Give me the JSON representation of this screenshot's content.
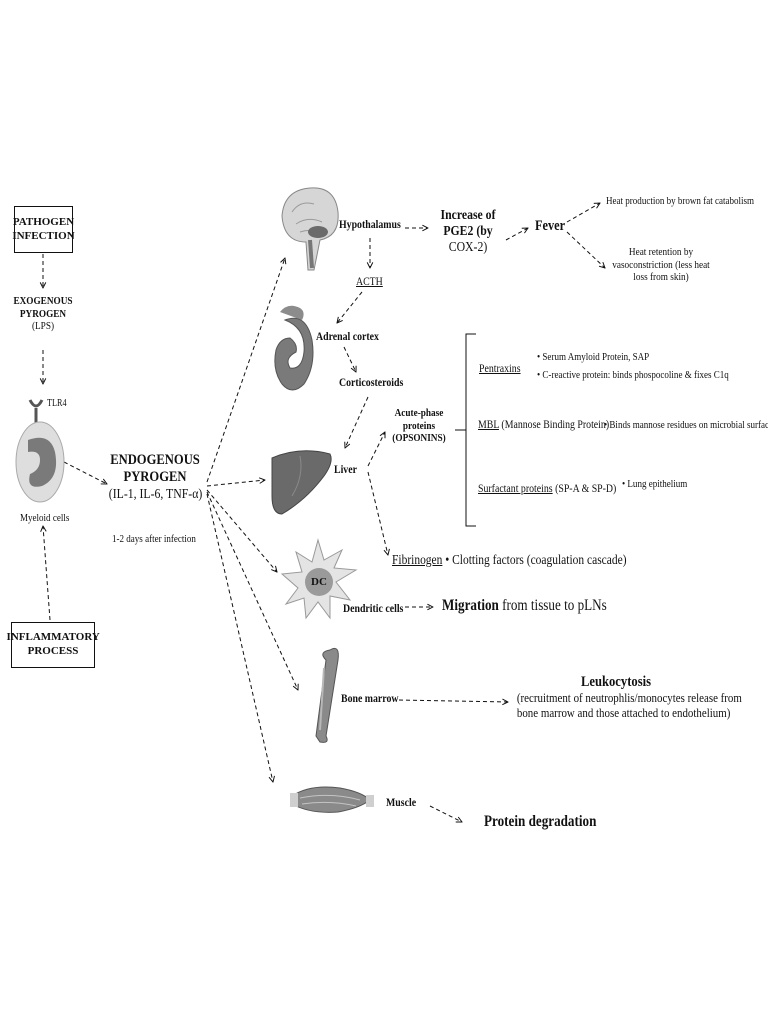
{
  "source": {
    "pathogen": "PATHOGEN INFECTION",
    "inflammatory": "INFLAMMATORY PROCESS",
    "exogenous_l1": "EXOGENOUS",
    "exogenous_l2": "PYROGEN",
    "exogenous_l3": "(LPS)",
    "tlr4": "TLR4",
    "myeloid": "Myeloid cells"
  },
  "endogenous": {
    "l1": "ENDOGENOUS",
    "l2": "PYROGEN",
    "l3": "(IL-1, IL-6, TNF-α)",
    "timing": "1-2 days after infection"
  },
  "hypothalamus": {
    "label": "Hypothalamus",
    "pge2_l1": "Increase  of",
    "pge2_l2": "PGE2 (by",
    "pge2_l3": "COX-2)",
    "fever": "Fever",
    "heat_production": "Heat production by brown fat catabolism",
    "heat_retention_l1": "Heat retention by",
    "heat_retention_l2": "vasoconstriction (less heat",
    "heat_retention_l3": "loss from skin)"
  },
  "adrenal": {
    "acth": "ACTH",
    "label": "Adrenal cortex",
    "corticosteroids": "Corticosteroids"
  },
  "liver": {
    "label": "Liver",
    "app_l1": "Acute-phase",
    "app_l2": "proteins",
    "app_l3": "(OPSONINS)",
    "pentraxins": "Pentraxins",
    "pentraxin_items": [
      "Serum Amyloid Protein, SAP",
      "C-reactive protein: binds phospocoline & fixes C1q"
    ],
    "mbl_abbr": "MBL",
    "mbl_full": " (Mannose Binding Protein)",
    "mbl_item": "Binds mannose residues on microbial surface",
    "surfactant": "Surfactant proteins",
    "surfactant_suffix": " (SP-A & SP-D)",
    "surfactant_item": "Lung epithelium",
    "fibrinogen": "Fibrinogen",
    "fibrinogen_item": "Clotting factors (coagulation cascade)"
  },
  "dendritic": {
    "dc": "DC",
    "label": "Dendritic cells",
    "migration": "Migration",
    "migration_rest": " from tissue to pLNs"
  },
  "marrow": {
    "label": "Bone marrow",
    "leukocytosis": "Leukocytosis",
    "desc_l1": "(recruitment of neutrophlis/monocytes release from",
    "desc_l2": "bone marrow and those attached to endothelium)"
  },
  "muscle": {
    "label": "Muscle",
    "result": "Protein degradation"
  },
  "colors": {
    "ink": "#111111",
    "organ_dark": "#555555",
    "organ_mid": "#8a8a8a",
    "organ_light": "#c8c8c8"
  },
  "icons": [
    "brain-icon",
    "adrenal-kidney-icon",
    "liver-icon",
    "dendritic-cell-icon",
    "bone-icon",
    "muscle-icon",
    "myeloid-cell-icon",
    "tlr4-receptor-icon"
  ]
}
